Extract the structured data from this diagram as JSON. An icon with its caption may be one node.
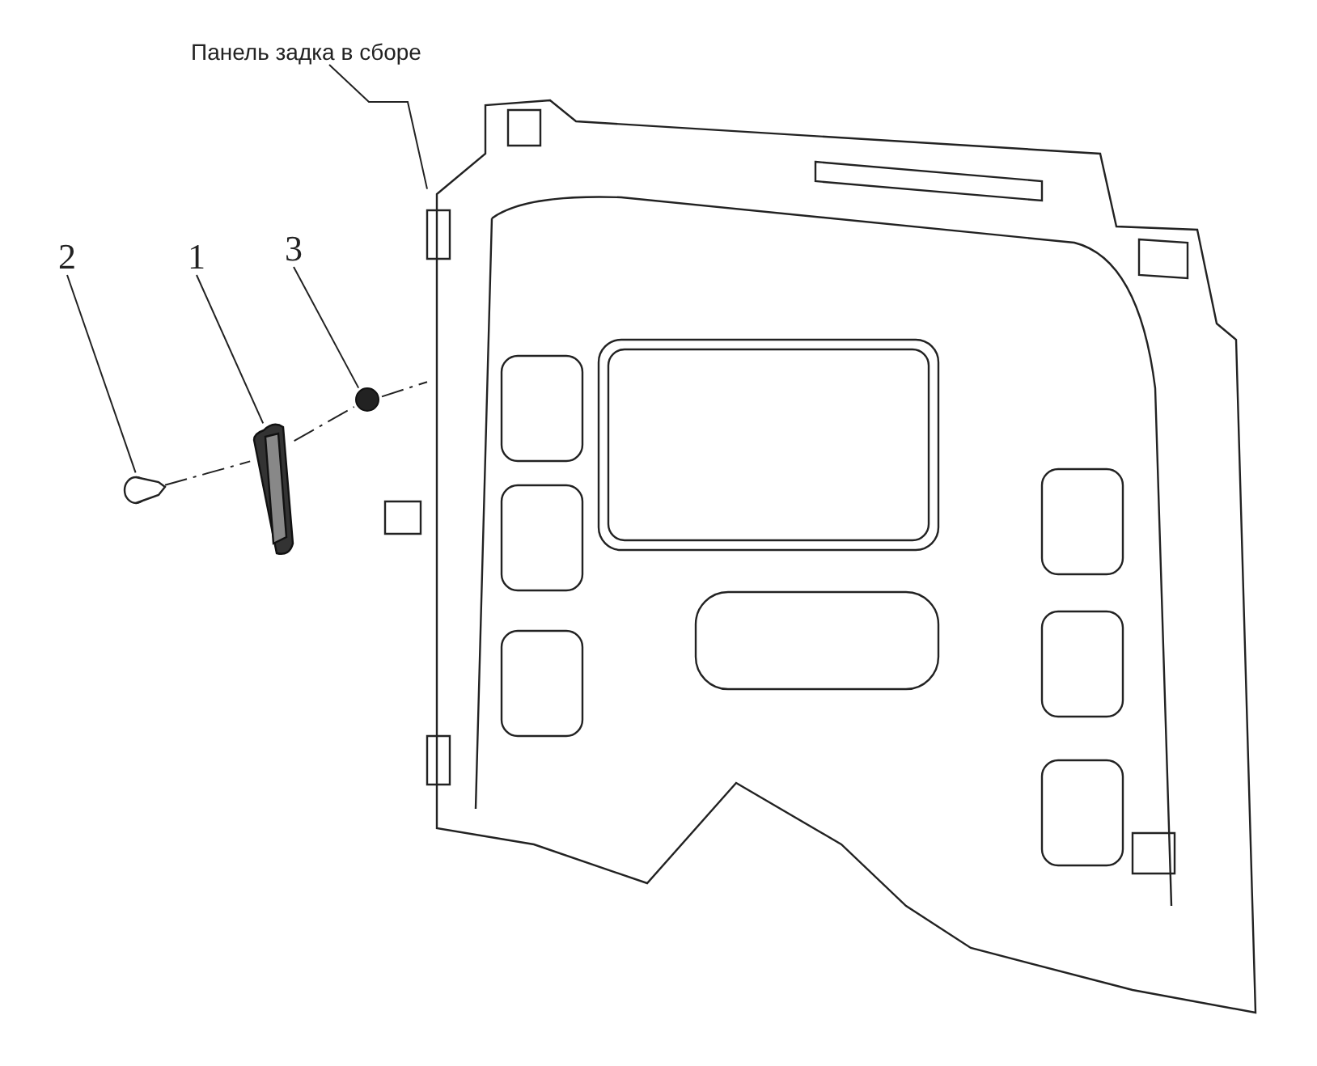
{
  "diagram": {
    "nodes": [
      {
        "text": [
          "Панель задка в сборе"
        ]
      },
      {
        "text": [
          "2"
        ]
      },
      {
        "text": [
          "1"
        ]
      },
      {
        "text": [
          "3"
        ]
      },
      {
        "text": [],
        "shape": "picture"
      },
      {
        "text": [],
        "shape": "picture"
      },
      {
        "text": [],
        "shape": "picture"
      },
      {
        "text": [],
        "shape": "circle"
      }
    ],
    "edges": [
      {
        "from": 0,
        "to": 4,
        "arrow": "none"
      },
      {
        "from": 1,
        "to": 5,
        "arrow": "none"
      },
      {
        "from": 2,
        "to": 6,
        "arrow": "none"
      },
      {
        "from": 3,
        "to": 7,
        "arrow": "none"
      },
      {
        "from": 5,
        "to": 6,
        "arrow": "none",
        "style": "dashed"
      },
      {
        "from": 6,
        "to": 7,
        "arrow": "none",
        "style": "dashed"
      },
      {
        "from": 7,
        "to": 4,
        "arrow": "none",
        "style": "dashed"
      }
    ]
  }
}
